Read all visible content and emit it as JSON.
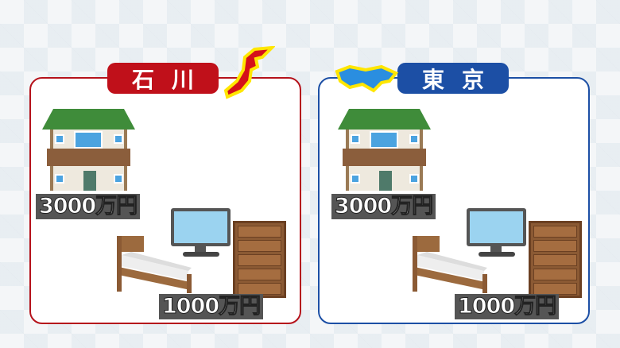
{
  "left": {
    "title": "石川",
    "house_price": "3000万円",
    "furniture_price": "1000万円",
    "color": "#b5121b"
  },
  "right": {
    "title": "東京",
    "house_price": "3000万円",
    "furniture_price": "1000万円",
    "color": "#1c4fa5"
  }
}
